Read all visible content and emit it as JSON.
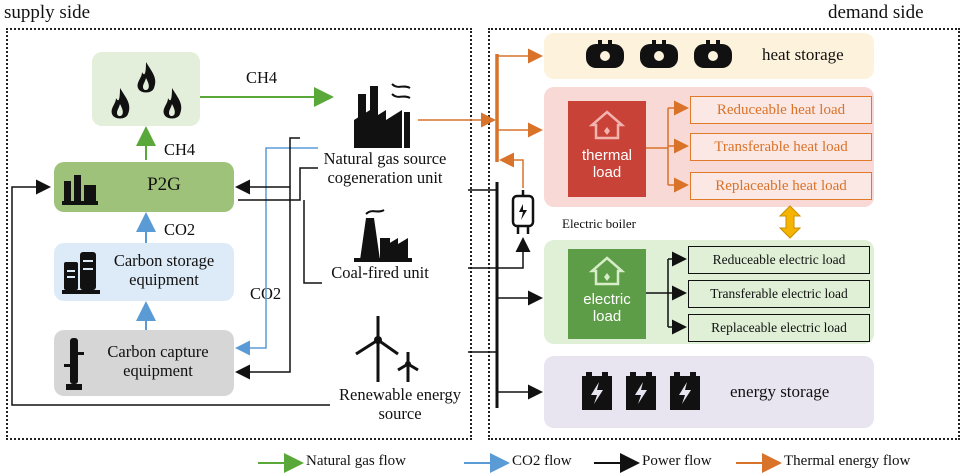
{
  "labels": {
    "supply_side": "supply side",
    "demand_side": "demand side"
  },
  "supply": {
    "ch4_top": "CH4",
    "ch4_mid": "CH4",
    "co2_mid": "CO2",
    "co2_side": "CO2",
    "p2g": "P2G",
    "carbon_storage": "Carbon storage equipment",
    "carbon_capture": "Carbon capture equipment",
    "gas_cogeneration": "Natural gas source cogeneration unit",
    "coal_fired": "Coal-fired unit",
    "renewable": "Renewable energy source"
  },
  "demand": {
    "heat_storage": "heat storage",
    "thermal_load": "thermal load",
    "electric_load": "electric load",
    "electric_boiler": "Electric boiler",
    "energy_storage": "energy storage",
    "heat_loads": [
      "Reduceable heat load",
      "Transferable heat load",
      "Replaceable heat load"
    ],
    "electric_loads": [
      "Reduceable electric load",
      "Transferable electric load",
      "Replaceable electric load"
    ]
  },
  "legend": [
    {
      "label": "Natural gas flow",
      "color": "#5aa83a"
    },
    {
      "label": "CO2 flow",
      "color": "#5b9bd5"
    },
    {
      "label": "Power flow",
      "color": "#111111"
    },
    {
      "label": "Thermal energy flow",
      "color": "#d9732a"
    }
  ],
  "icons": {
    "fire": "fire-icon",
    "factory": "factory-icon",
    "coal_plant": "coal-plant-icon",
    "wind_turbine": "wind-turbine-icon",
    "house": "house-icon",
    "battery": "battery-icon",
    "boiler": "boiler-icon",
    "tank": "tank-icon"
  }
}
